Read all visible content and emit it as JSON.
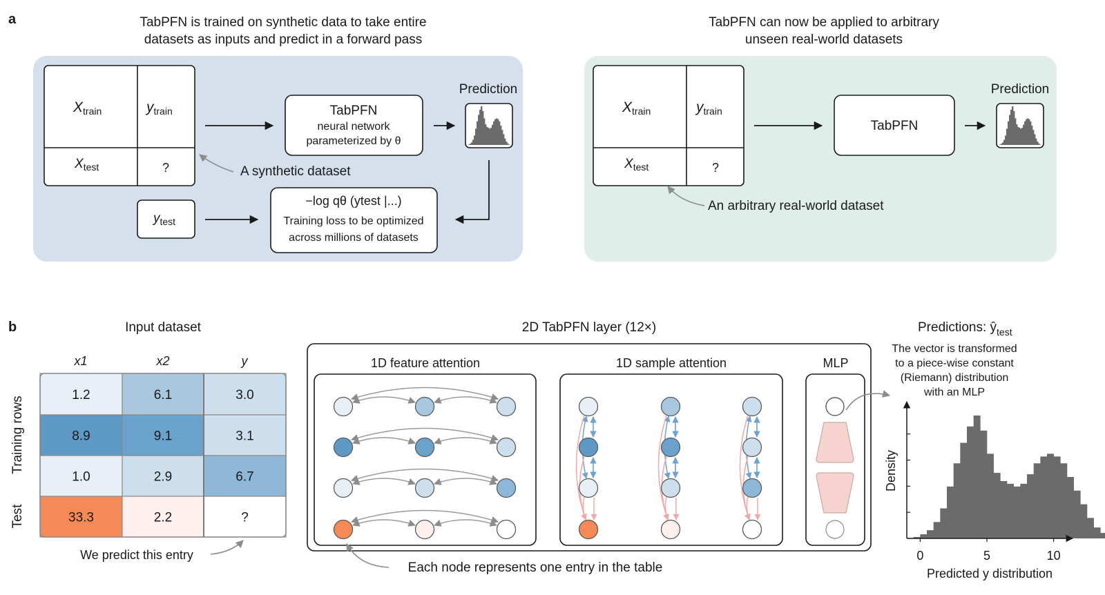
{
  "colors": {
    "panel_a_left_bg": "#d5e0ec",
    "panel_a_right_bg": "#dfeee8",
    "histogram_fill": "#6b6b6b",
    "node_stroke": "#5a5a5a",
    "blue_arrow": "#6fa2cc",
    "red_arrow": "#f0a8a8",
    "mlp_fill": "#f7d3cf",
    "feature_arrow": "#9a9a9a"
  },
  "panel_a": {
    "letter": "a",
    "left": {
      "title_line1": "TabPFN is trained on synthetic data to take entire",
      "title_line2": "datasets as inputs and predict in a forward pass",
      "x_train": "X",
      "x_train_sub": "train",
      "y_train": "y",
      "y_train_sub": "train",
      "x_test": "X",
      "x_test_sub": "test",
      "question": "?",
      "network_line1": "TabPFN",
      "network_line2": "neural network",
      "network_line3": "parameterized by θ",
      "prediction_label": "Prediction",
      "dataset_label": "A synthetic dataset",
      "y_test": "y",
      "y_test_sub": "test",
      "loss_formula": "−log qθ (ytest |...)",
      "loss_line2": "Training loss to be optimized",
      "loss_line3": "across millions of datasets"
    },
    "right": {
      "title_line1": "TabPFN can now be applied to arbitrary",
      "title_line2": "unseen real-world datasets",
      "x_train": "X",
      "x_train_sub": "train",
      "y_train": "y",
      "y_train_sub": "train",
      "x_test": "X",
      "x_test_sub": "test",
      "question": "?",
      "network": "TabPFN",
      "prediction_label": "Prediction",
      "dataset_label": "An arbitrary real-world dataset"
    }
  },
  "panel_b": {
    "letter": "b",
    "input_title": "Input dataset",
    "columns": [
      "x1",
      "x2",
      "y"
    ],
    "row_group_training": "Training rows",
    "row_group_test": "Test",
    "table": [
      [
        "1.2",
        "6.1",
        "3.0"
      ],
      [
        "8.9",
        "9.1",
        "3.1"
      ],
      [
        "1.0",
        "2.9",
        "6.7"
      ],
      [
        "33.3",
        "2.2",
        "?"
      ]
    ],
    "table_colors": [
      [
        "#e9eff7",
        "#a9c8e0",
        "#cddfed"
      ],
      [
        "#5f9ac7",
        "#6aa2cc",
        "#cddfed"
      ],
      [
        "#e9eff7",
        "#cddfed",
        "#8fb7d8"
      ],
      [
        "#f58a57",
        "#fdf0ee",
        "#ffffff"
      ]
    ],
    "predict_note": "We predict this entry",
    "layer_title": "2D TabPFN layer (12×)",
    "feature_attention_title": "1D feature attention",
    "sample_attention_title": "1D sample attention",
    "mlp_title": "MLP",
    "node_note": "Each node represents one entry in the table",
    "predictions_title": "Predictions: ŷ",
    "predictions_sub": "test",
    "predictions_desc": [
      "The vector is transformed",
      "to a piece-wise constant",
      "(Riemann) distribution",
      "with an MLP"
    ],
    "density_label": "Density",
    "x_axis_label": "Predicted y distribution",
    "x_ticks": [
      "0",
      "5",
      "10"
    ]
  },
  "chart_data": {
    "type": "bar",
    "xlabel": "Predicted y distribution",
    "ylabel": "Density",
    "xlim": [
      -1,
      11
    ],
    "x_ticks": [
      0,
      5,
      10
    ],
    "bins_start": -0.5,
    "bin_width": 0.5,
    "values": [
      0.01,
      0.03,
      0.06,
      0.12,
      0.22,
      0.38,
      0.55,
      0.7,
      0.82,
      0.9,
      0.79,
      0.62,
      0.48,
      0.42,
      0.4,
      0.38,
      0.4,
      0.47,
      0.55,
      0.6,
      0.62,
      0.6,
      0.55,
      0.45,
      0.35,
      0.25,
      0.15,
      0.08,
      0.04,
      0.01
    ]
  }
}
